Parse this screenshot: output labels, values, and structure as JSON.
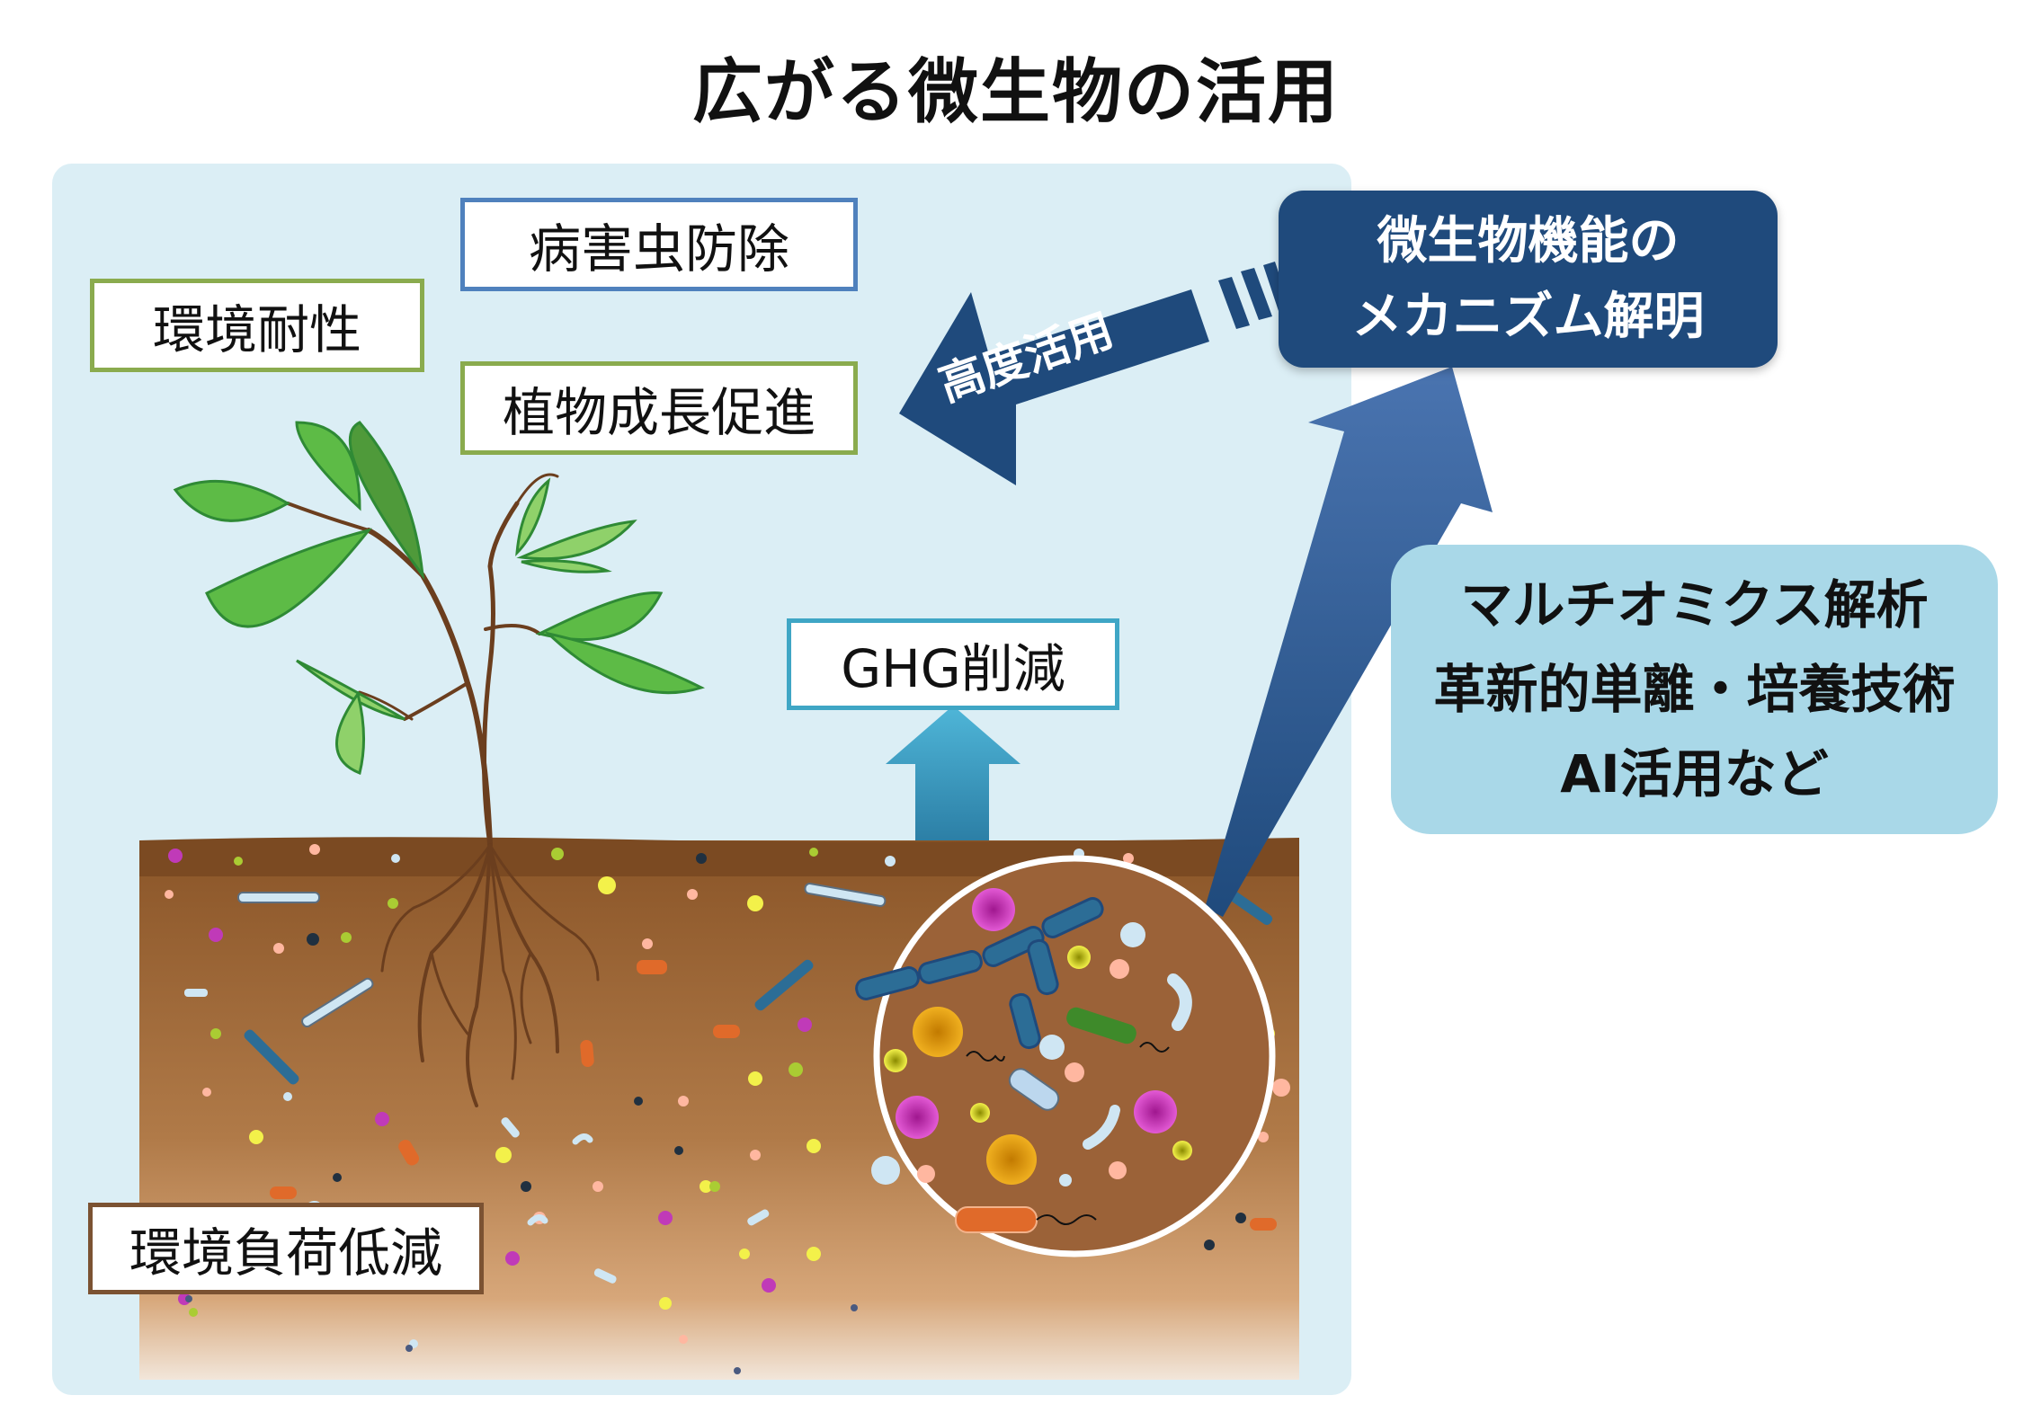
{
  "title": "広がる微生物の活用",
  "labels": {
    "pest": "病害虫防除",
    "env_tolerance": "環境耐性",
    "growth": "植物成長促進",
    "ghg": "GHG削減",
    "env_load": "環境負荷低減",
    "advanced_use": "高度活用"
  },
  "mechanism": {
    "line1": "微生物機能の",
    "line2": "メカニズム解明"
  },
  "methods": {
    "line1": "マルチオミクス解析",
    "line2": "革新的単離・培養技術",
    "line3": "AI活用など"
  },
  "colors": {
    "panel": "#dbeef5",
    "soil_top": "#7b4a22",
    "soil_bottom": "#c79060",
    "navy": "#1f4a7c",
    "green_border": "#8aab4e",
    "blue_border": "#4f81bd",
    "teal_border": "#3fa6c5",
    "brown_border": "#7b5232",
    "leaf": "#5dbb46"
  }
}
